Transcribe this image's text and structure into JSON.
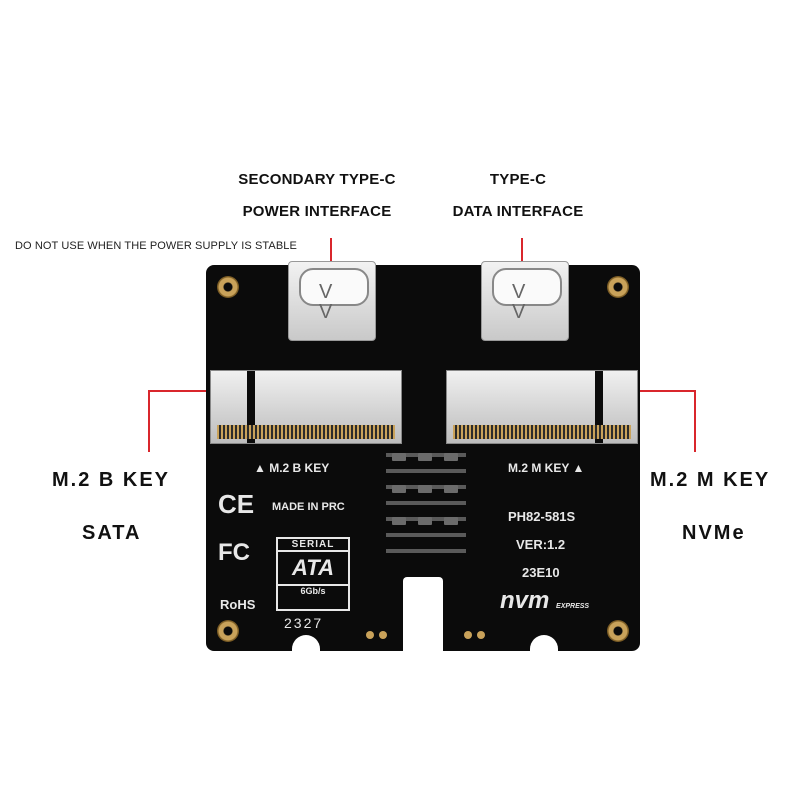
{
  "callouts": {
    "secondary_line1": "SECONDARY TYPE-C",
    "secondary_line2": "POWER INTERFACE",
    "secondary_note": "DO NOT USE WHEN THE POWER SUPPLY IS STABLE",
    "typec_line1": "TYPE-C",
    "typec_line2": "DATA INTERFACE",
    "bkey_line1": "M.2 B KEY",
    "bkey_line2": "SATA",
    "mkey_line1": "M.2 M KEY",
    "mkey_line2": "NVMe"
  },
  "silkscreen": {
    "bkey": "M.2 B KEY",
    "mkey": "M.2 M KEY",
    "ce": "CE",
    "made_in": "MADE IN PRC",
    "fc": "FC",
    "serial": "SERIAL",
    "ata": "ATA",
    "speed": "6Gb/s",
    "rohs": "RoHS",
    "batch": "2327",
    "model": "PH82-581S",
    "version": "VER:1.2",
    "code": "23E10",
    "nvm": "nvm",
    "express": "EXPRESS"
  },
  "colors": {
    "accent_line": "#d9262c",
    "board": "#0b0b0b",
    "gold": "#c9a25a"
  }
}
